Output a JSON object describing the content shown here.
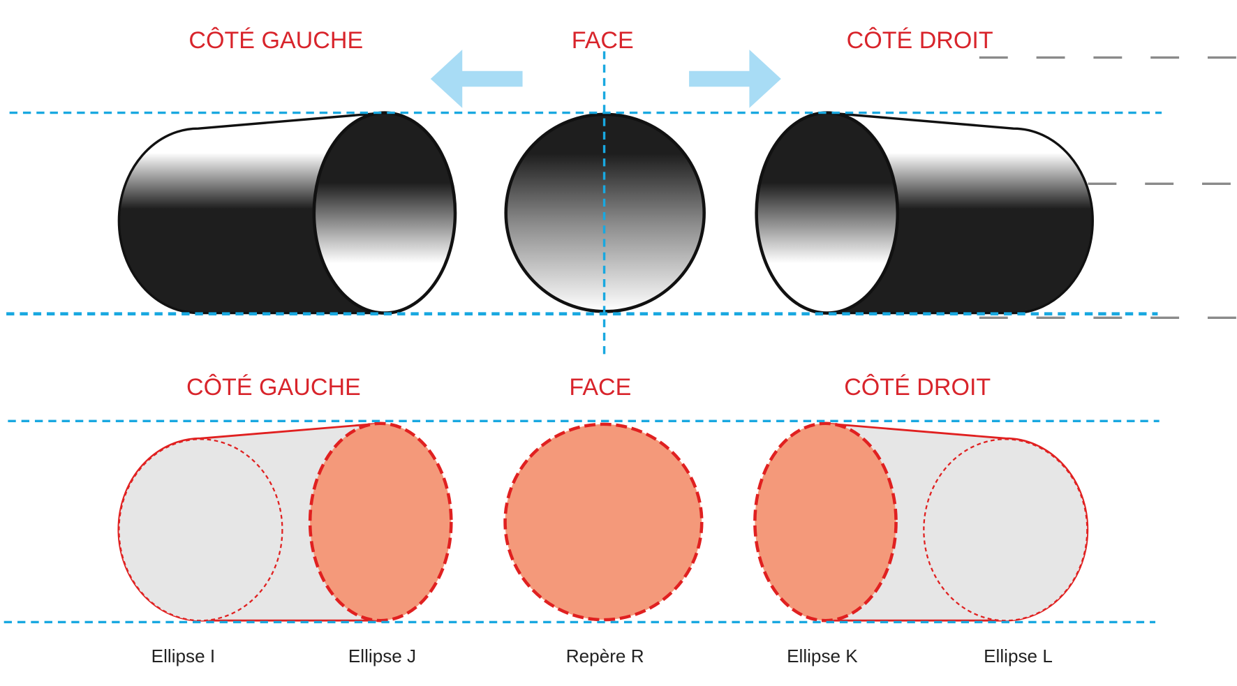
{
  "top_labels": {
    "left": "CÔTÉ GAUCHE",
    "center": "FACE",
    "right": "CÔTÉ DROIT"
  },
  "bottom_labels": {
    "left": "CÔTÉ GAUCHE",
    "center": "FACE",
    "right": "CÔTÉ DROIT"
  },
  "captions": [
    "Ellipse I",
    "Ellipse J",
    "Repère R",
    "Ellipse K",
    "Ellipse L"
  ],
  "colors": {
    "guide_blue": "#19a8e0",
    "label_red": "#d8242b",
    "arrow_blue": "#a8dcf5",
    "salmon": "#f4997a",
    "light_gray": "#e6e6e6"
  }
}
